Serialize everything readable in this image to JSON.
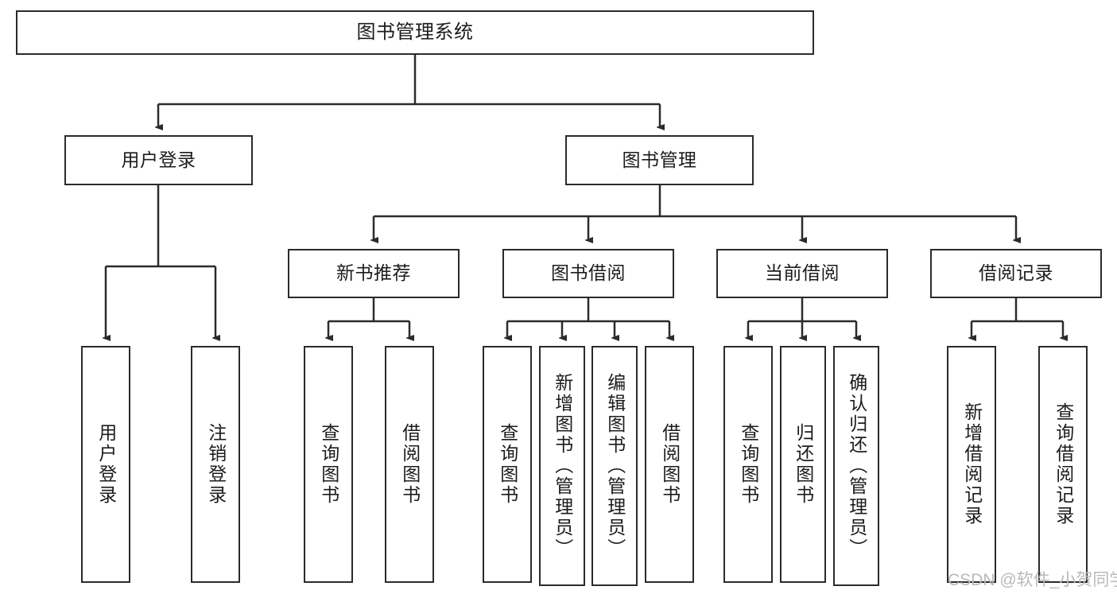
{
  "diagram": {
    "title": "图书管理系统",
    "type": "tree-hierarchy",
    "root": {
      "label": "图书管理系统"
    },
    "level2": [
      {
        "label": "用户登录"
      },
      {
        "label": "图书管理"
      }
    ],
    "level3": [
      {
        "label": "新书推荐"
      },
      {
        "label": "图书借阅"
      },
      {
        "label": "当前借阅"
      },
      {
        "label": "借阅记录"
      }
    ],
    "leaves": {
      "user_login": [
        {
          "label": "用户登录"
        },
        {
          "label": "注销登录"
        }
      ],
      "new_book_recommend": [
        {
          "label": "查询图书"
        },
        {
          "label": "借阅图书"
        }
      ],
      "book_borrow": [
        {
          "label": "查询图书"
        },
        {
          "label": "新增图书（管理员）"
        },
        {
          "label": "编辑图书（管理员）"
        },
        {
          "label": "借阅图书"
        }
      ],
      "current_borrow": [
        {
          "label": "查询图书"
        },
        {
          "label": "归还图书"
        },
        {
          "label": "确认归还（管理员）"
        }
      ],
      "borrow_record": [
        {
          "label": "新增借阅记录"
        },
        {
          "label": "查询借阅记录"
        }
      ]
    }
  },
  "watermark": {
    "text": "CSDN @软件_小贺同学"
  },
  "colors": {
    "border": "#2b2b2b",
    "background": "#ffffff",
    "text": "#1c1c1c",
    "watermark": "#b9b9b9"
  }
}
